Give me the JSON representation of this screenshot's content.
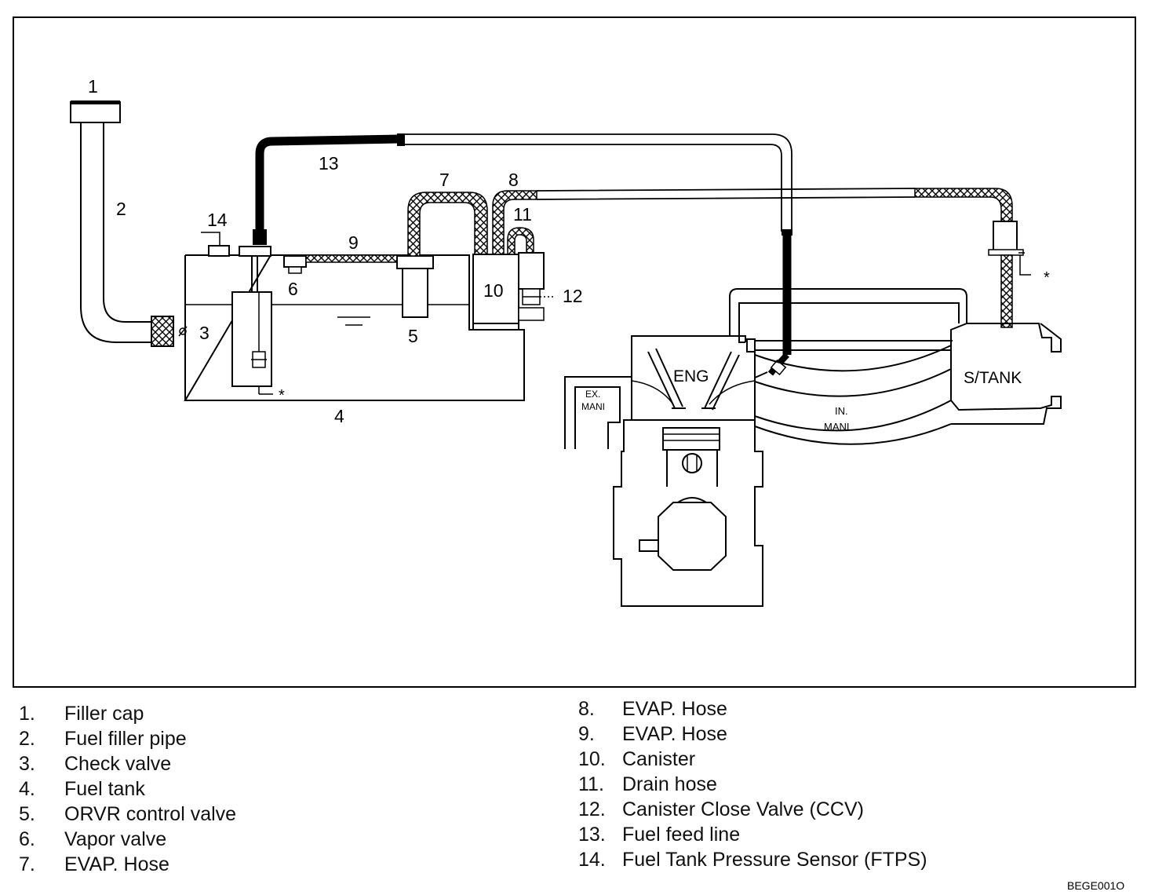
{
  "callouts": [
    "1",
    "2",
    "3",
    "4",
    "5",
    "6",
    "7",
    "8",
    "9",
    "10",
    "11",
    "12",
    "13",
    "14"
  ],
  "callout_star": "*",
  "diagram_labels": {
    "eng": "ENG",
    "s_tank": "S/TANK",
    "ex_1": "EX.",
    "ex_2": "MANI",
    "in_1": "IN.",
    "in_2": "MANI"
  },
  "legend_left": [
    {
      "num": "1.",
      "text": "Filler cap"
    },
    {
      "num": "2.",
      "text": "Fuel filler pipe"
    },
    {
      "num": "3.",
      "text": "Check valve"
    },
    {
      "num": "4.",
      "text": "Fuel tank"
    },
    {
      "num": "5.",
      "text": "ORVR control valve"
    },
    {
      "num": "6.",
      "text": "Vapor valve"
    },
    {
      "num": "7.",
      "text": "EVAP. Hose"
    }
  ],
  "legend_right": [
    {
      "num": "8.",
      "text": "EVAP. Hose"
    },
    {
      "num": "9.",
      "text": "EVAP. Hose"
    },
    {
      "num": "10.",
      "text": "Canister"
    },
    {
      "num": "11.",
      "text": "Drain hose"
    },
    {
      "num": "12.",
      "text": "Canister Close Valve (CCV)"
    },
    {
      "num": "13.",
      "text": "Fuel feed line"
    },
    {
      "num": "14.",
      "text": "Fuel Tank Pressure Sensor (FTPS)"
    }
  ],
  "figure_code": "BEGE001O"
}
